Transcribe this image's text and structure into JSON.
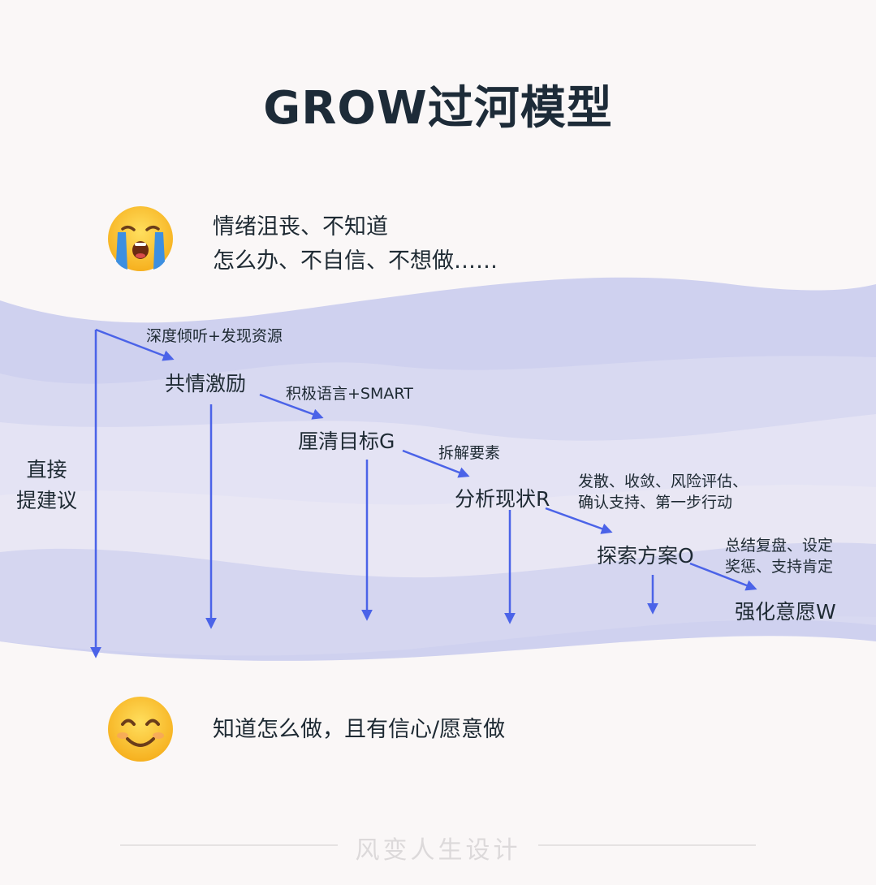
{
  "title": "GROW过河模型",
  "top_state": {
    "line1": "情绪沮丧、不知道",
    "line2": "怎么办、不自信、不想做……"
  },
  "direct_path": {
    "line1": "直接",
    "line2": "提建议"
  },
  "steps": {
    "empathy": "共情激励",
    "goal": "厘清目标G",
    "reality": "分析现状R",
    "options": "探索方案O",
    "will": "强化意愿W"
  },
  "methods": {
    "m1": "深度倾听+发现资源",
    "m2": "积极语言+SMART",
    "m3": "拆解要素",
    "m4_line1": "发散、收敛、风险评估、",
    "m4_line2": "确认支持、第一步行动",
    "m5_line1": "总结复盘、设定",
    "m5_line2": "奖惩、支持肯定"
  },
  "bottom_state": "知道怎么做，且有信心/愿意做",
  "footer": "风变人生设计",
  "colors": {
    "arrow": "#4b63e8",
    "wave_dark": "#cfd1ef",
    "wave_mid": "#dcdcf2",
    "wave_light": "#e9e7f4",
    "title": "#1d2b38"
  }
}
